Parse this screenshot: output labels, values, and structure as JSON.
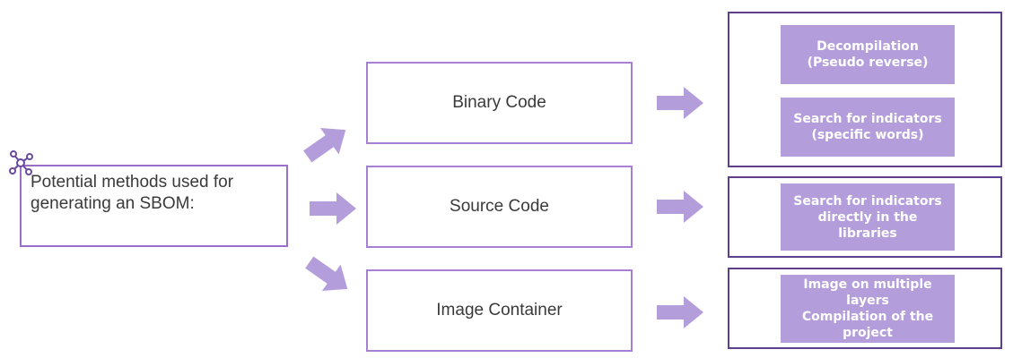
{
  "root": {
    "label": "Potential methods used for generating an SBOM:",
    "icon": "network-icon"
  },
  "methods": [
    {
      "label": "Binary Code"
    },
    {
      "label": "Source Code"
    },
    {
      "label": "Image Container"
    }
  ],
  "techniques": {
    "binary": [
      "Decompilation\n(Pseudo reverse)",
      "Search for indicators\n(specific words)"
    ],
    "source": [
      "Search for indicators\ndirectly in the\nlibraries"
    ],
    "image": [
      "Image on multiple\nlayers\nCompilation of the\nproject"
    ]
  },
  "colors": {
    "method_border": "#a77fd6",
    "group_border": "#5b3f8c",
    "technique_fill": "#b39ddb",
    "arrow": "#b39ddb"
  }
}
